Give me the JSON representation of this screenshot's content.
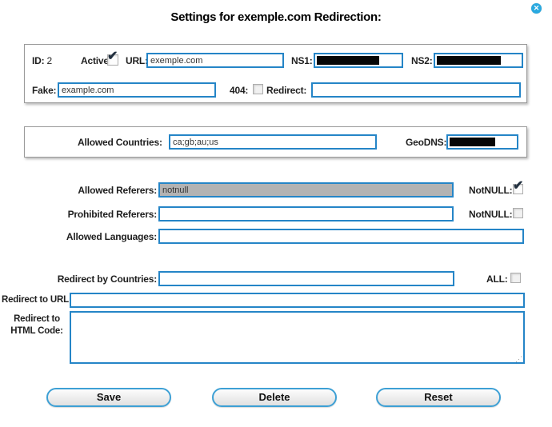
{
  "window": {
    "title": "Settings for exemple.com Redirection:",
    "close_icon": "✕"
  },
  "colors": {
    "field_border_blue": "#2585c7",
    "close_button_blue": "#29a9e0",
    "button_border_blue": "#3da0d5",
    "disabled_field_gray": "#b3b3b3",
    "redaction_black": "#060606"
  },
  "general_box": {
    "id_label": "ID:",
    "id_value": "2",
    "active_label": "Active:",
    "active_checked": true,
    "url_label": "URL:",
    "url_value": "exemple.com",
    "ns1_label": "NS1:",
    "ns1_redacted": true,
    "ns2_label": "NS2:",
    "ns2_redacted": true,
    "fake_label": "Fake:",
    "fake_value": "example.com",
    "notfound_label": "404:",
    "notfound_checked": false,
    "redirect_label": "Redirect:",
    "redirect_value": ""
  },
  "countries_box": {
    "allowed_countries_label": "Allowed Countries:",
    "allowed_countries_value": "ca;gb;au;us",
    "geodns_label": "GeoDNS:",
    "geodns_redacted": true
  },
  "fields": {
    "allowed_referers": {
      "label": "Allowed Referers:",
      "value": "notnull",
      "notnull_label": "NotNULL:",
      "notnull_checked": true
    },
    "prohibited_referers": {
      "label": "Prohibited Referers:",
      "value": "",
      "notnull_label": "NotNULL:",
      "notnull_checked": false
    },
    "allowed_languages": {
      "label": "Allowed Languages:",
      "value": ""
    },
    "redirect_by_countries": {
      "label": "Redirect by Countries:",
      "value": "",
      "all_label": "ALL:",
      "all_checked": false
    },
    "redirect_to_url": {
      "label": "Redirect to URL:",
      "value": ""
    },
    "redirect_to_html": {
      "label_line1": "Redirect to",
      "label_line2": "HTML Code:",
      "value": ""
    }
  },
  "buttons": {
    "save": "Save",
    "delete": "Delete",
    "reset": "Reset"
  },
  "checkmark_glyph": "✔"
}
